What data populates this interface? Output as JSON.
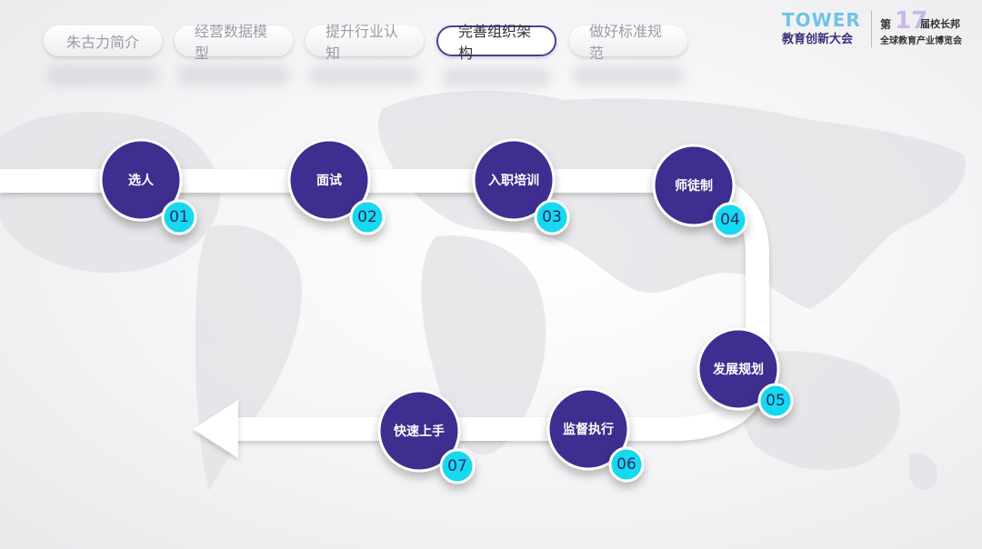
{
  "tabs": [
    {
      "label": "朱古力简介",
      "active": false
    },
    {
      "label": "经营数据模型",
      "active": false
    },
    {
      "label": "提升行业认知",
      "active": false
    },
    {
      "label": "完善组织架构",
      "active": true
    },
    {
      "label": "做好标准规范",
      "active": false
    }
  ],
  "logo": {
    "tower": "TOWER",
    "tower_cn": "教育创新大会",
    "expo_prefix": "第",
    "expo_number": "17",
    "expo_suffix": "届校长邦",
    "expo_name": "全球教育产业博览会"
  },
  "steps": [
    {
      "label": "选人",
      "num": "01"
    },
    {
      "label": "面试",
      "num": "02"
    },
    {
      "label": "入职培训",
      "num": "03"
    },
    {
      "label": "师徒制",
      "num": "04"
    },
    {
      "label": "发展规划",
      "num": "05"
    },
    {
      "label": "监督执行",
      "num": "06"
    },
    {
      "label": "快速上手",
      "num": "07"
    }
  ],
  "colors": {
    "node": "#3d2f8f",
    "badge": "#19d8ef",
    "path": "#ffffff"
  }
}
